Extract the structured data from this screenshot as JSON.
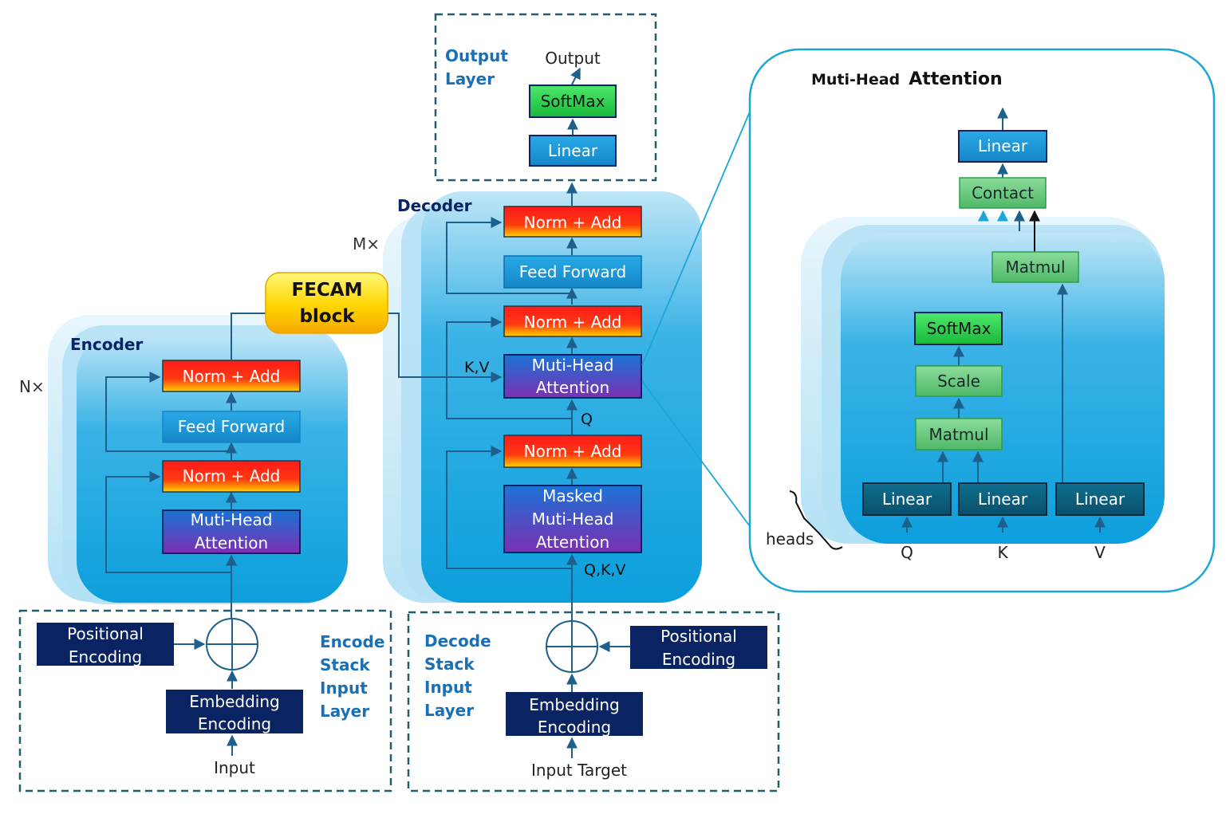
{
  "output_layer": {
    "title_line1": "Output",
    "title_line2": "Layer",
    "output_label": "Output",
    "softmax": "SoftMax",
    "linear": "Linear"
  },
  "decoder": {
    "title": "Decoder",
    "multiplier": "M×",
    "norm_add_top": "Norm + Add",
    "feed_forward": "Feed Forward",
    "norm_add_mid": "Norm + Add",
    "mha_line1": "Muti-Head",
    "mha_line2": "Attention",
    "kv_label": "K,V",
    "q_label": "Q",
    "norm_add_bottom": "Norm + Add",
    "masked_line1": "Masked",
    "masked_line2": "Muti-Head",
    "masked_line3": "Attention",
    "qkv_label": "Q,K,V"
  },
  "fecam": {
    "line1": "FECAM",
    "line2": "block"
  },
  "encoder": {
    "title": "Encoder",
    "multiplier": "N×",
    "norm_add_top": "Norm + Add",
    "feed_forward": "Feed Forward",
    "norm_add_bottom": "Norm + Add",
    "mha_line1": "Muti-Head",
    "mha_line2": "Attention"
  },
  "encode_input": {
    "pos_line1": "Positional",
    "pos_line2": "Encoding",
    "emb_line1": "Embedding",
    "emb_line2": "Encoding",
    "input_label": "Input",
    "side_1": "Encode",
    "side_2": "Stack",
    "side_3": "Input",
    "side_4": "Layer"
  },
  "decode_input": {
    "pos_line1": "Positional",
    "pos_line2": "Encoding",
    "emb_line1": "Embedding",
    "emb_line2": "Encoding",
    "input_label": "Input Target",
    "side_1": "Decode",
    "side_2": "Stack",
    "side_3": "Input",
    "side_4": "Layer"
  },
  "mha_detail": {
    "title_prefix": "Muti-Head",
    "title_suffix": "Attention",
    "linear_top": "Linear",
    "contact": "Contact",
    "matmul_top": "Matmul",
    "softmax": "SoftMax",
    "scale": "Scale",
    "matmul_bottom": "Matmul",
    "linear_q": "Linear",
    "linear_k": "Linear",
    "linear_v": "Linear",
    "q_label": "Q",
    "k_label": "K",
    "v_label": "V",
    "heads_label": "heads"
  },
  "colors": {
    "dark_navy": "#0a2463",
    "line": "#1f5f8b",
    "blue_box": "#1b9ad6",
    "green_box": "#62c77a",
    "softmax_green": "#2dc94a",
    "panel_border": "#1aa6d6"
  }
}
